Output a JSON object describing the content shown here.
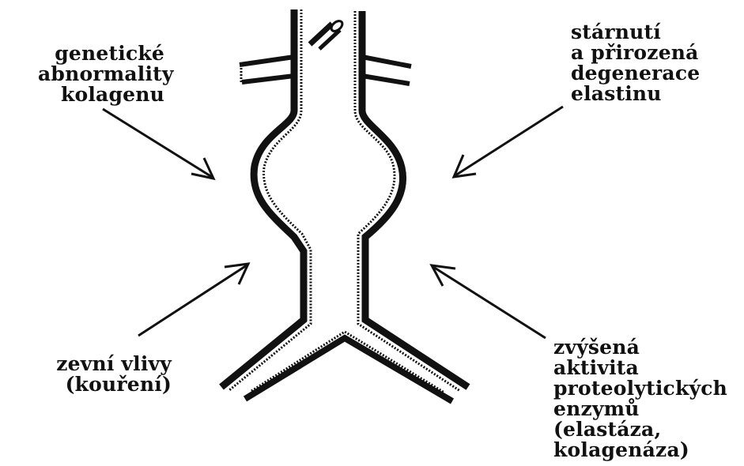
{
  "labels": {
    "genetic": "genetické\nabnormality\nkolagenu",
    "aging": "stárnutí\na přirozená\ndegenerace\nelastinu",
    "external": "zevní vlivy\n(kouření)",
    "enzyme": "zvýšená\naktivita\nproteolytických\nenzymů\n(elastáza,\nkolagenáza)"
  },
  "colors": {
    "ink": "#111111",
    "background": "#ffffff"
  }
}
